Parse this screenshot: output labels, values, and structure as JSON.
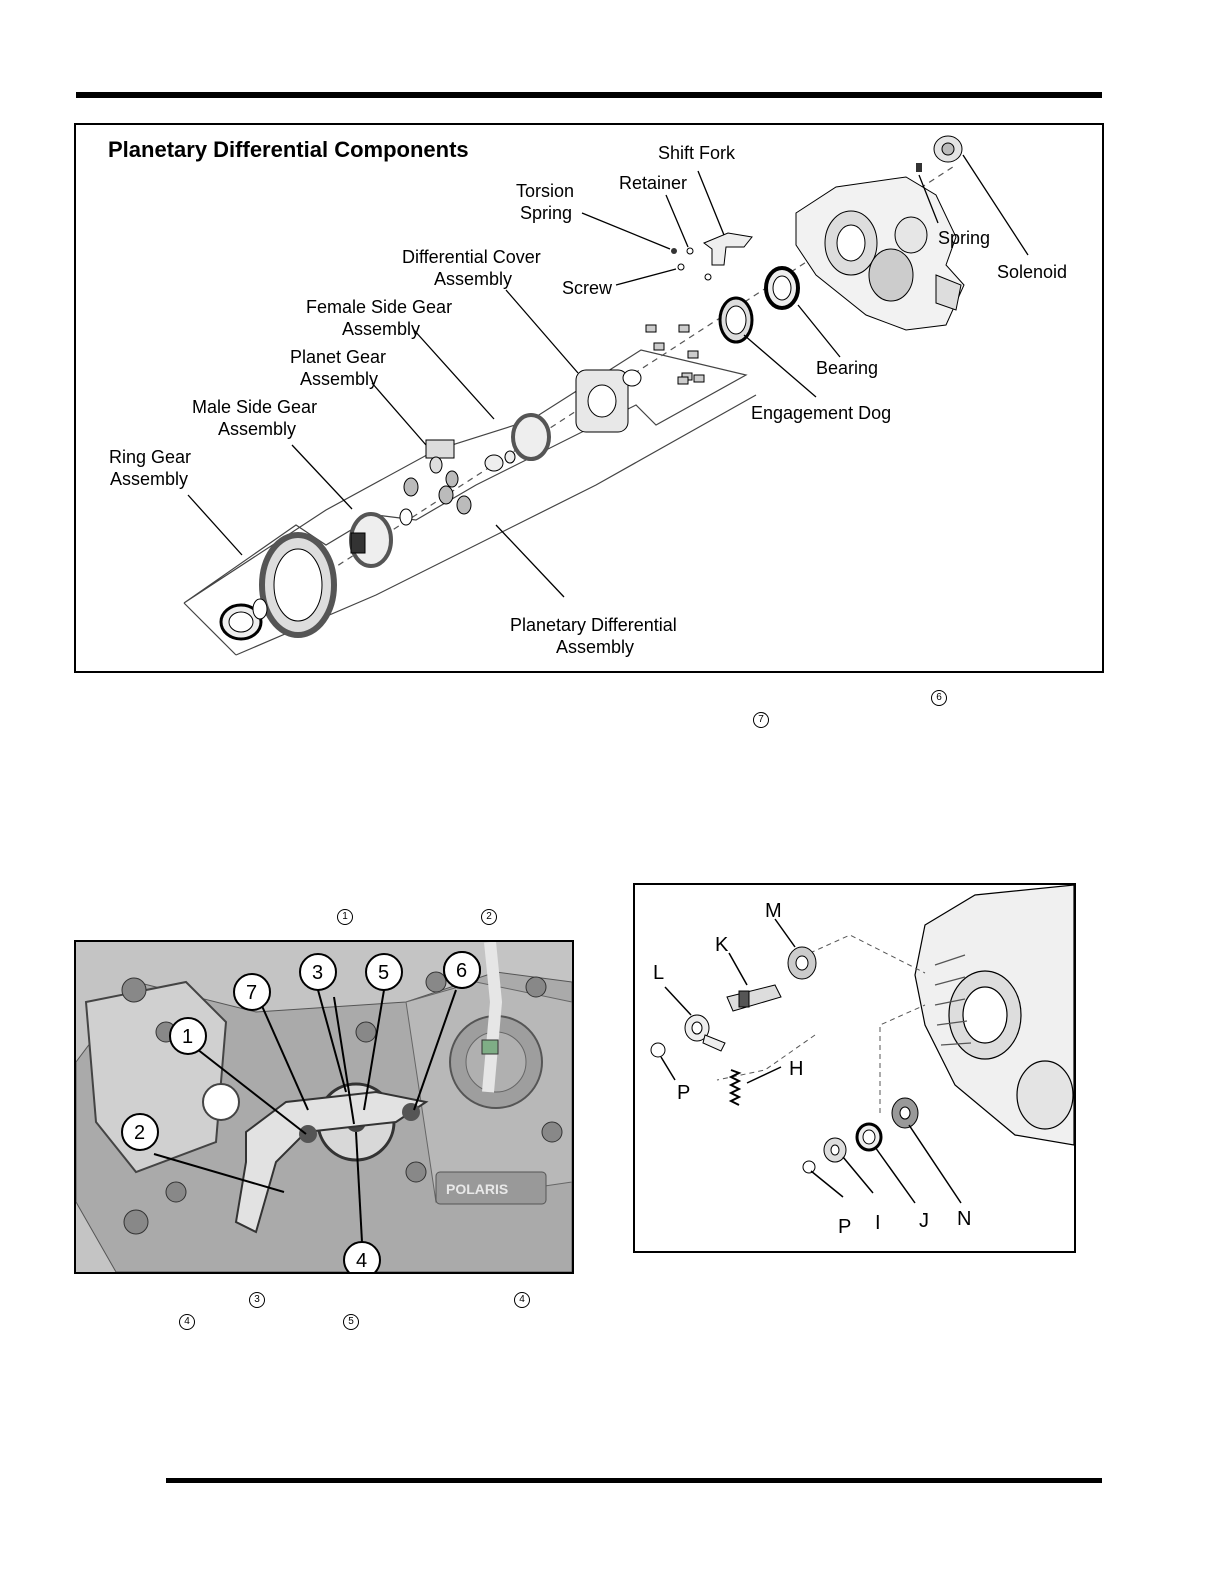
{
  "figure1": {
    "title": "Planetary Differential Components",
    "labels": {
      "shift_fork": "Shift Fork",
      "retainer": "Retainer",
      "torsion_spring_1": "Torsion",
      "torsion_spring_2": "Spring",
      "diff_cover_1": "Differential Cover",
      "diff_cover_2": "Assembly",
      "screw": "Screw",
      "spring": "Spring",
      "solenoid": "Solenoid",
      "female_1": "Female Side Gear",
      "female_2": "Assembly",
      "planet_1": "Planet Gear",
      "planet_2": "Assembly",
      "male_1": "Male Side Gear",
      "male_2": "Assembly",
      "ring_1": "Ring Gear",
      "ring_2": "Assembly",
      "bearing": "Bearing",
      "engagement_dog": "Engagement Dog",
      "planetary_1": "Planetary Differential",
      "planetary_2": "Assembly"
    }
  },
  "inline_refs": {
    "r6": "6",
    "r7": "7",
    "r1": "1",
    "r2": "2",
    "r3": "3",
    "r4a": "4",
    "r4b": "4",
    "r5": "5"
  },
  "figure2": {
    "callouts": [
      "1",
      "2",
      "3",
      "4",
      "5",
      "6",
      "7"
    ],
    "logo_text": "POLARIS"
  },
  "figure3": {
    "letters": {
      "M": "M",
      "K": "K",
      "L": "L",
      "P1": "P",
      "H": "H",
      "P2": "P",
      "I": "I",
      "J": "J",
      "N": "N"
    }
  }
}
